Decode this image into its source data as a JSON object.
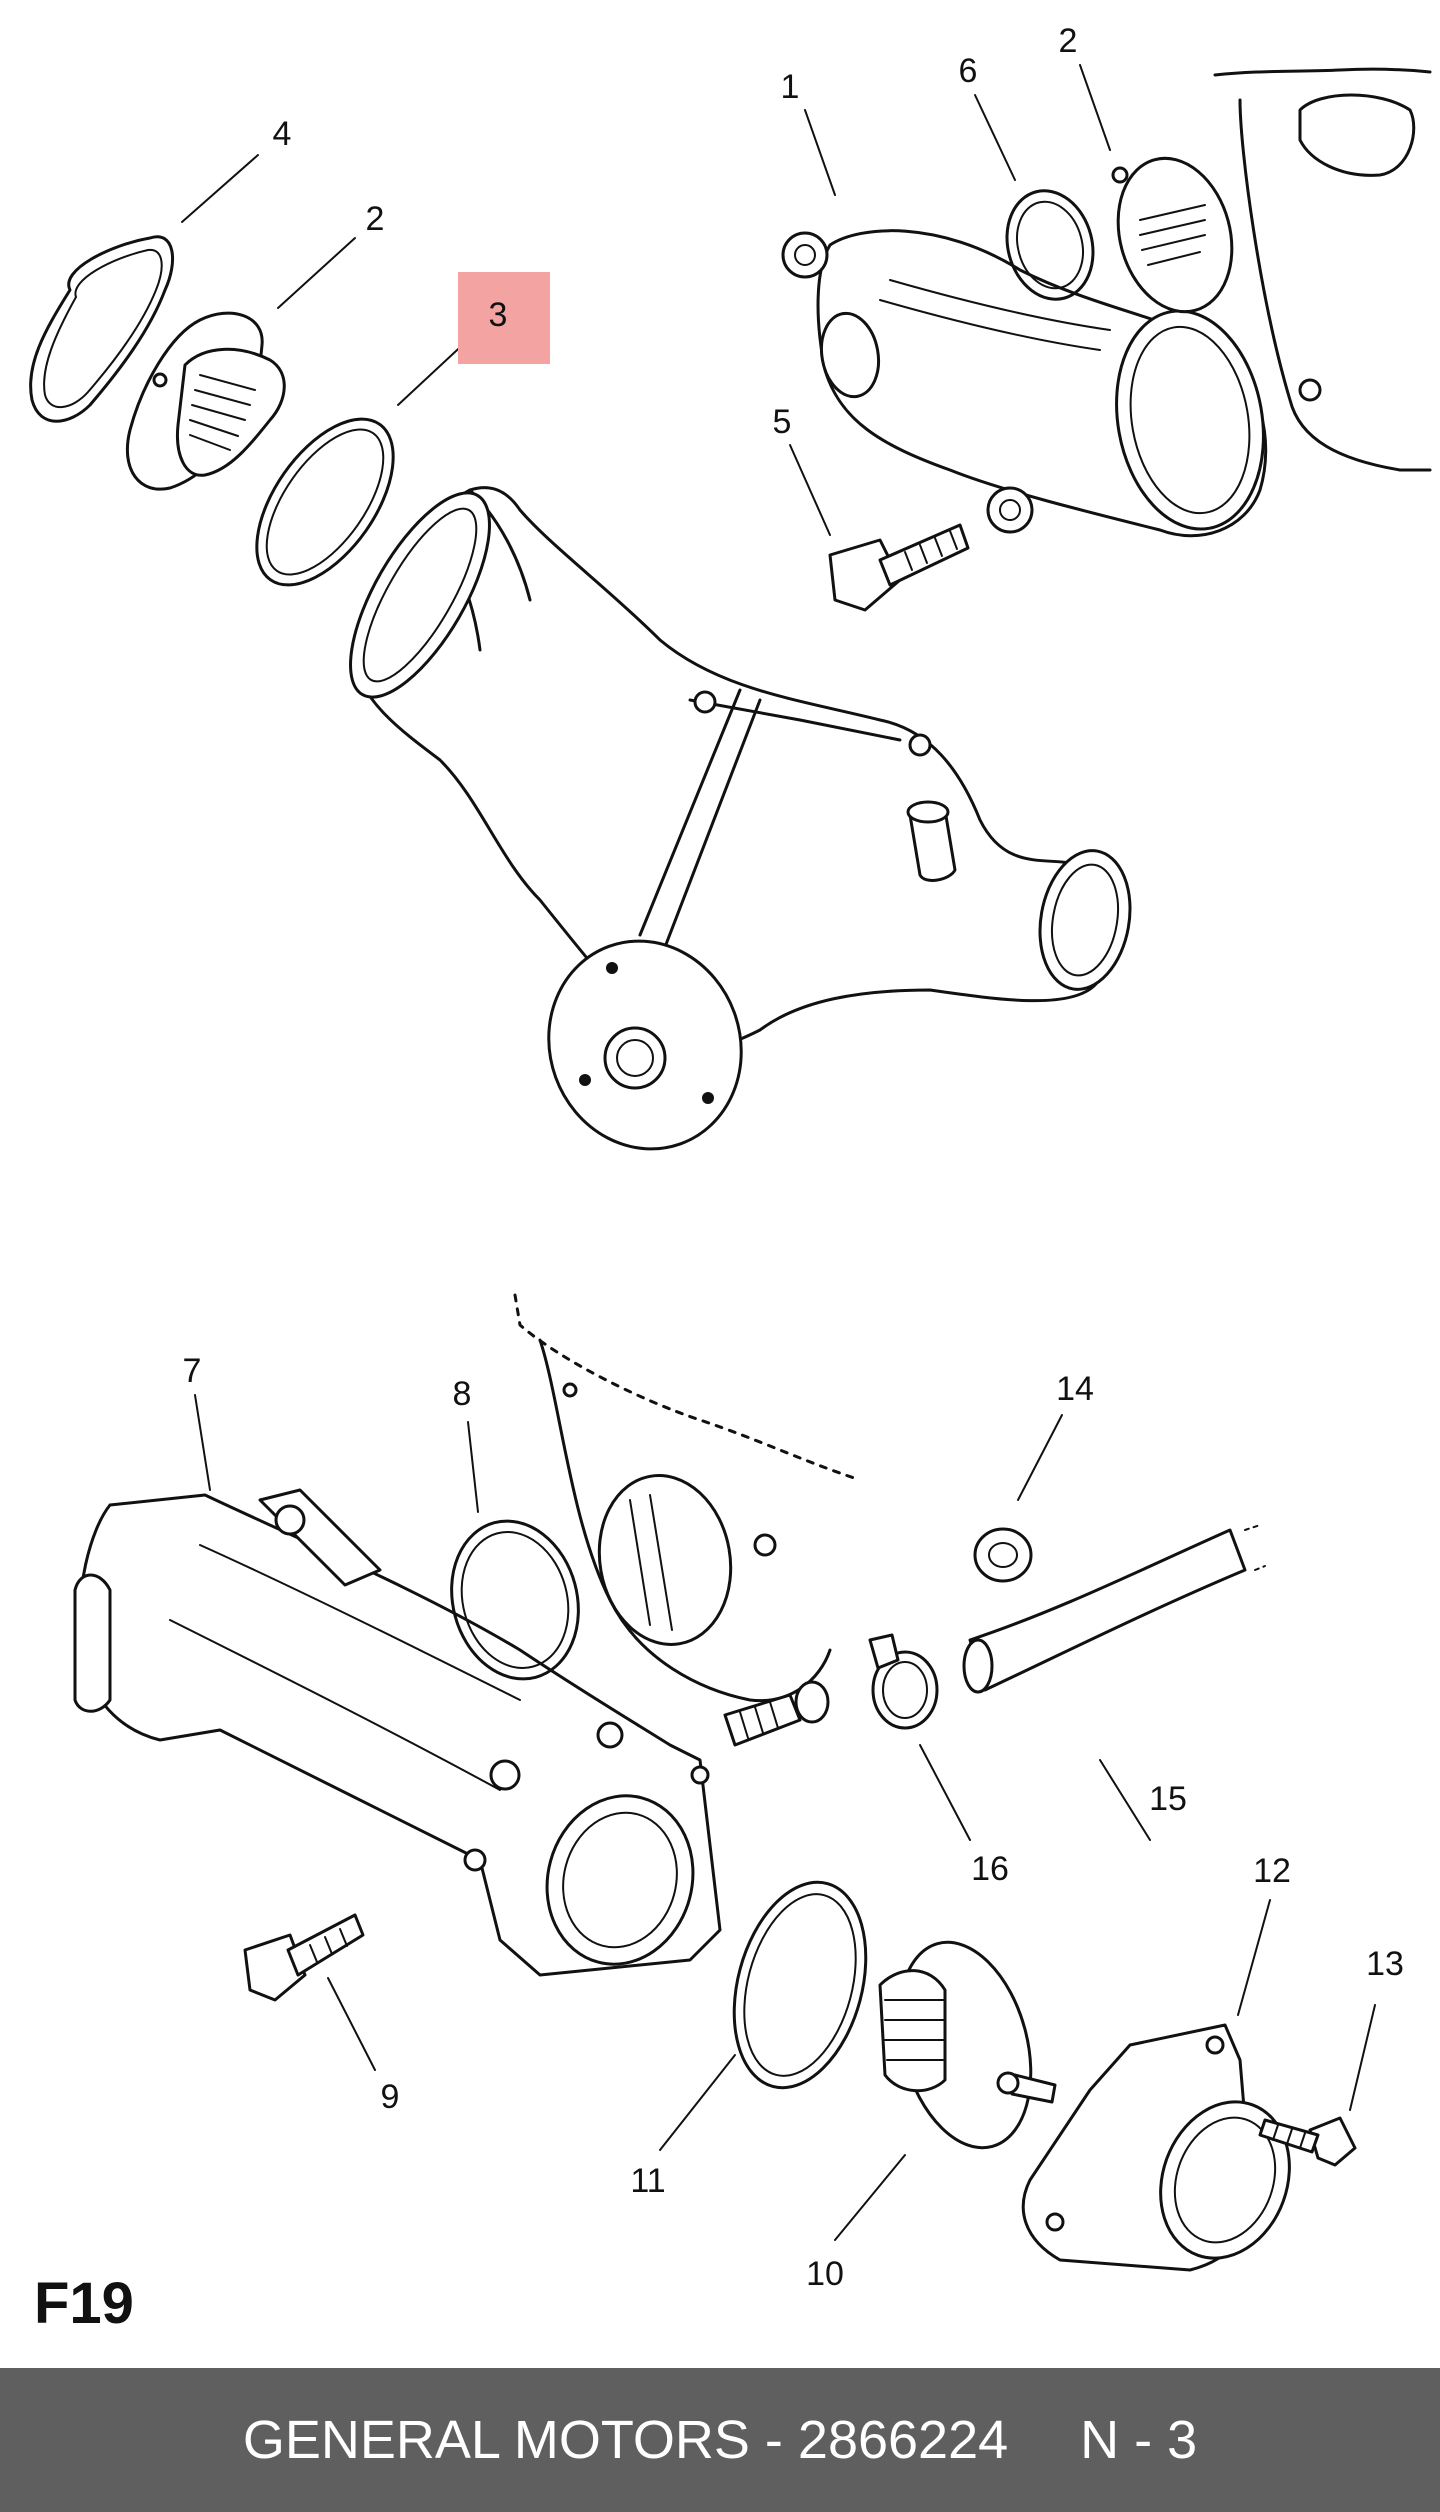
{
  "figure": {
    "label": "F19",
    "highlighted_callout": "3",
    "highlight_color": "#f4a3a3"
  },
  "callouts": {
    "c1": "1",
    "c2a": "2",
    "c2b": "2",
    "c3": "3",
    "c4": "4",
    "c5": "5",
    "c6": "6",
    "c7": "7",
    "c8": "8",
    "c9": "9",
    "c10": "10",
    "c11": "11",
    "c12": "12",
    "c13": "13",
    "c14": "14",
    "c15": "15",
    "c16": "16"
  },
  "footer": {
    "brand": "GENERAL MOTORS",
    "separator": " - ",
    "part_number": "2866224",
    "page": "N - 3",
    "background": "#5f5f5f"
  }
}
